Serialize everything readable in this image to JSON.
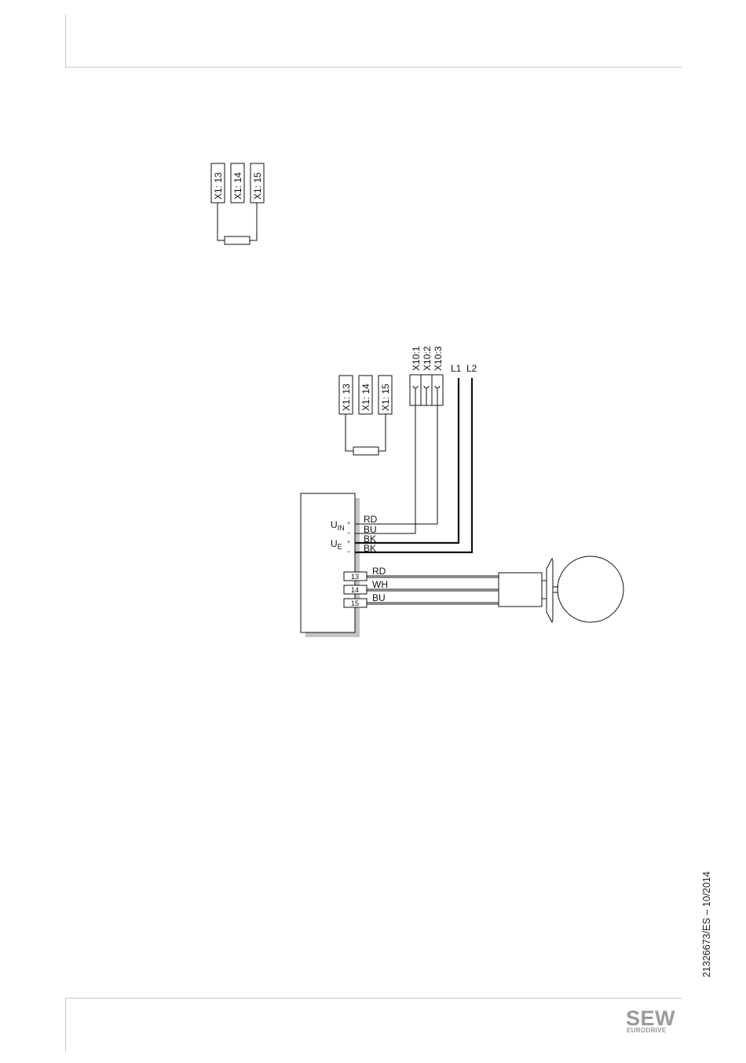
{
  "footer": {
    "doc_id": "21326673/ES – 10/2014",
    "logo_main": "SEW",
    "logo_sub": "EURODRIVE"
  },
  "diagram1": {
    "terminals": [
      "X1: 13",
      "X1: 14",
      "X1: 15"
    ]
  },
  "diagram2": {
    "terminals": [
      "X1: 13",
      "X1: 14",
      "X1: 15"
    ],
    "x10_terminals": [
      "X10:1",
      "X10:2",
      "X10:3"
    ],
    "mains": [
      "L1",
      "L2"
    ],
    "u_in": "U",
    "u_in_sub": "IN",
    "u_e": "U",
    "u_e_sub": "E",
    "signs": [
      "+",
      "–",
      "+",
      "–"
    ],
    "supply_wires": [
      "RD",
      "BU",
      "BK",
      "BK"
    ],
    "pins": [
      "13",
      "14",
      "15"
    ],
    "sensor_wires": [
      "RD",
      "WH",
      "BU"
    ]
  }
}
